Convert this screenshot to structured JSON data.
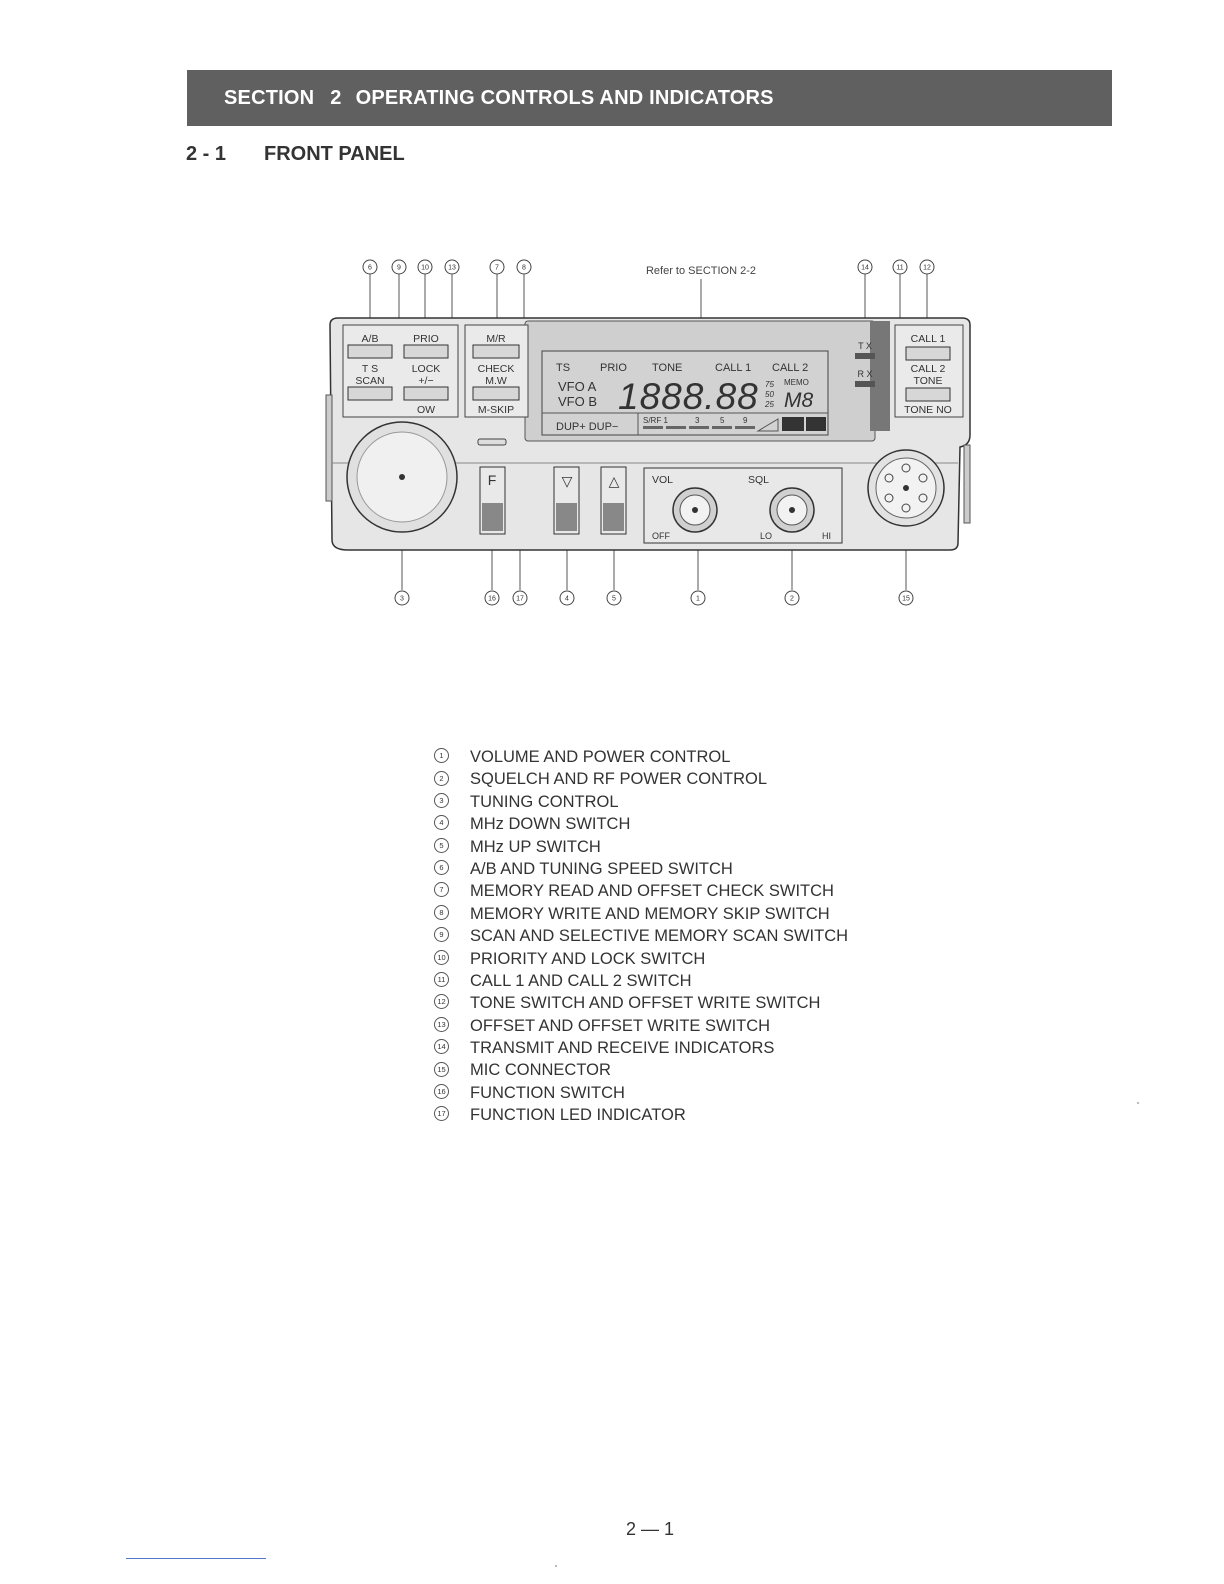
{
  "header": {
    "section_label": "SECTION",
    "section_number": "2",
    "section_title": "OPERATING CONTROLS AND INDICATORS"
  },
  "subsection": {
    "number": "2 - 1",
    "title": "FRONT PANEL"
  },
  "figure": {
    "callout_refer": "Refer to SECTION 2-2",
    "callouts_top": [
      "6",
      "9",
      "10",
      "13",
      "7",
      "8",
      "14",
      "11",
      "12"
    ],
    "callouts_bottom": [
      "3",
      "16",
      "17",
      "4",
      "5",
      "1",
      "2",
      "15"
    ],
    "panel": {
      "ab": "A/B",
      "ts": "T S",
      "scan": "SCAN",
      "prio": "PRIO",
      "lock": "LOCK",
      "plusminus": "+/−",
      "ow": "OW",
      "mr": "M/R",
      "check": "CHECK",
      "mw": "M.W",
      "mskip": "M-SKIP",
      "call1": "CALL 1",
      "call2": "CALL 2",
      "tone": "TONE",
      "toneno": "TONE NO",
      "tx": "T X",
      "rx": "R X",
      "f": "F",
      "down": "▽",
      "up": "△",
      "vol": "VOL",
      "off": "OFF",
      "sql": "SQL",
      "lo": "LO",
      "hi": "HI"
    },
    "lcd": {
      "ts": "TS",
      "prio": "PRIO",
      "tone": "TONE",
      "call1": "CALL 1",
      "call2": "CALL 2",
      "vfoa": "VFO A",
      "vfob": "VFO B",
      "freq": "1888.88",
      "s75": "75",
      "s50": "50",
      "s25": "25",
      "memo": "MEMO",
      "mch": "M8",
      "dup": "DUP+ DUP−",
      "srf": "S/RF 1",
      "m3": "3",
      "m5": "5",
      "m9": "9"
    }
  },
  "legend": [
    {
      "num": "1",
      "text": "VOLUME AND POWER CONTROL"
    },
    {
      "num": "2",
      "text": "SQUELCH AND RF POWER CONTROL"
    },
    {
      "num": "3",
      "text": "TUNING CONTROL"
    },
    {
      "num": "4",
      "text": "MHz DOWN SWITCH"
    },
    {
      "num": "5",
      "text": "MHz UP SWITCH"
    },
    {
      "num": "6",
      "text": "A/B AND TUNING SPEED SWITCH"
    },
    {
      "num": "7",
      "text": "MEMORY READ AND OFFSET CHECK SWITCH"
    },
    {
      "num": "8",
      "text": "MEMORY WRITE AND MEMORY SKIP SWITCH"
    },
    {
      "num": "9",
      "text": "SCAN AND SELECTIVE MEMORY SCAN SWITCH"
    },
    {
      "num": "10",
      "text": "PRIORITY AND LOCK SWITCH"
    },
    {
      "num": "11",
      "text": "CALL 1 AND CALL 2 SWITCH"
    },
    {
      "num": "12",
      "text": "TONE SWITCH AND OFFSET WRITE SWITCH"
    },
    {
      "num": "13",
      "text": "OFFSET AND OFFSET WRITE SWITCH"
    },
    {
      "num": "14",
      "text": "TRANSMIT AND RECEIVE INDICATORS"
    },
    {
      "num": "15",
      "text": "MIC CONNECTOR"
    },
    {
      "num": "16",
      "text": "FUNCTION SWITCH"
    },
    {
      "num": "17",
      "text": "FUNCTION LED INDICATOR"
    }
  ],
  "footer": {
    "page_number": "2 — 1"
  }
}
